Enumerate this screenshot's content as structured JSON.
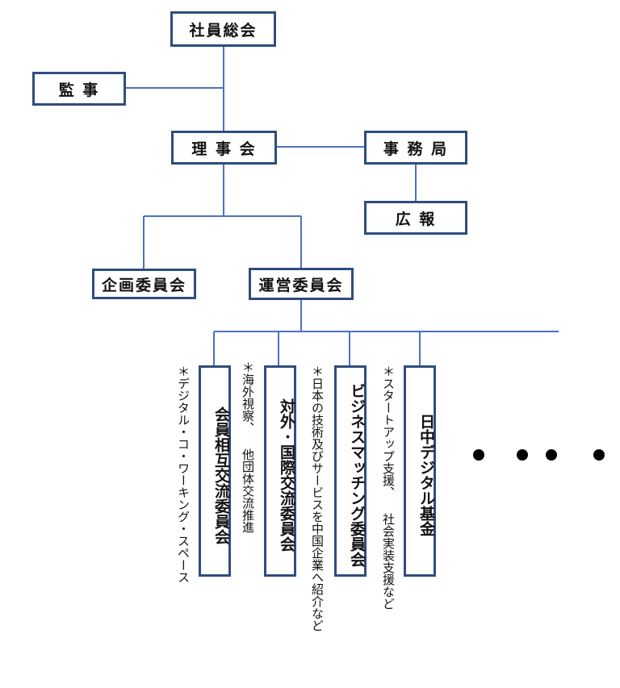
{
  "colors": {
    "box_border": "#2f4d7e",
    "connector": "#4a72c4",
    "text": "#111111"
  },
  "nodes": {
    "general_assembly": "社員総会",
    "auditor": "監 事",
    "board": "理 事 会",
    "secretariat": "事 務 局",
    "pr": "広 報",
    "planning": "企画委員会",
    "management": "運営委員会",
    "member_exchange": "会員相互交流委員会",
    "international": "対外･国際交流委員会",
    "business_matching": "ビジネスマッチング委員会",
    "digital_fund": "日中デジタル基金"
  },
  "notes": {
    "member_exchange": "＊デジタル・コ・ワーキング・スペース",
    "international": "＊海外視察、 他団体交流推進",
    "business_matching": "＊日本の技術及びサービスを中国企業へ紹介など",
    "digital_fund": "＊スタートアップ支援、 社会実装支援など"
  },
  "ellipsis_count": 4
}
